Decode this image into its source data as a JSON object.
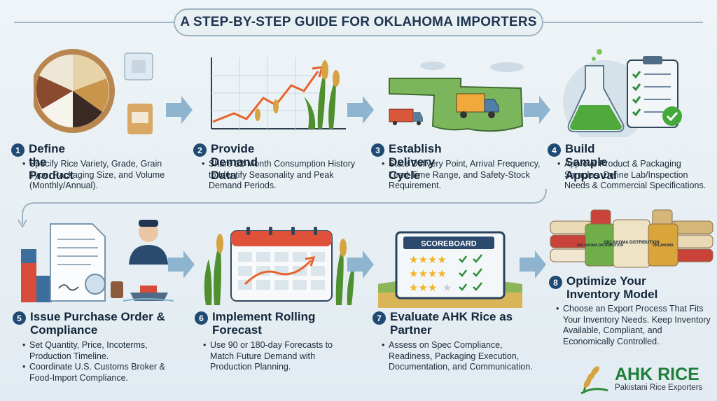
{
  "title": "A STEP-BY-STEP GUIDE FOR OKLAHOMA IMPORTERS",
  "steps": [
    {
      "number": "1",
      "heading": "Define the Product",
      "description": "Specify Rice Variety, Grade, Grain Type, Packaging Size, and Volume (Monthly/Annual)."
    },
    {
      "number": "2",
      "heading": "Provide Demand Data",
      "description": "Share 12-Month Consumption History to Identify Seasonality and Peak Demand Periods."
    },
    {
      "number": "3",
      "heading": "Establish Delivery Cycle",
      "description": "State Delivery Point, Arrival Frequency, Lead-Time Range, and Safety-Stock Requirement."
    },
    {
      "number": "4",
      "heading": "Build Sample Approval",
      "description": "Approve Product & Packaging Samples. Define Lab/Inspection Needs & Commercial Specifications."
    },
    {
      "number": "5",
      "heading": "Issue Purchase Order & Compliance",
      "bullets": [
        "Set Quantity, Price, Incoterms, Production Timeline.",
        "Coordinate U.S. Customs Broker & Food-Import Compliance."
      ]
    },
    {
      "number": "6",
      "heading": "Implement Rolling Forecast",
      "description": "Use 90 or 180-day Forecasts to Match Future Demand with Production Planning."
    },
    {
      "number": "7",
      "heading": "Evaluate AHK Rice as Partner",
      "description": "Assess on Spec Compliance, Readiness, Packaging Execution, Documentation, and Communication."
    },
    {
      "number": "8",
      "heading": "Optimize Your Inventory Model",
      "description": "Choose an Export Process That Fits Your Inventory Needs. Keep Inventory Available, Compliant, and Economically Controlled."
    }
  ],
  "scoreboard_label": "SCOREBOARD",
  "bag_labels": [
    "OKLAHOMA DISTRIBUTION",
    "OKLAHOMA DISTRIBUTION",
    "OKLAHOMA"
  ],
  "logo": {
    "brand": "AHK RICE",
    "tagline": "Pakistani Rice Exporters"
  },
  "colors": {
    "navy": "#1f4a73",
    "arrow": "#8fb4cf",
    "green": "#2e8b3a",
    "accent": "#e8622a"
  }
}
